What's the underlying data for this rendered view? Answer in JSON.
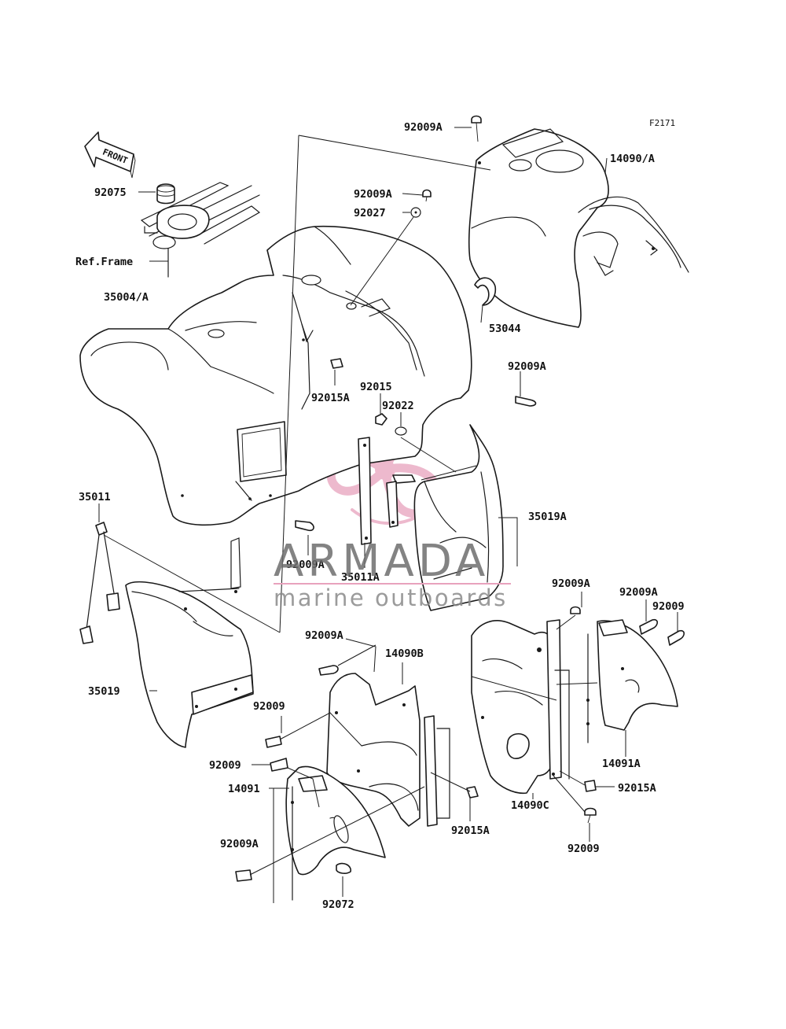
{
  "figure_code": "F2171",
  "front_arrow_label": "FRONT",
  "watermark": {
    "brand": "ARMADA",
    "tagline": "marine outboards",
    "logo_color": "#e8a2bd"
  },
  "callouts": [
    {
      "id": "c1",
      "text": "92009A"
    },
    {
      "id": "c2",
      "text": "14090/A"
    },
    {
      "id": "c3",
      "text": "92075"
    },
    {
      "id": "c4",
      "text": "92009A"
    },
    {
      "id": "c5",
      "text": "92027"
    },
    {
      "id": "c6",
      "text": "Ref.Frame"
    },
    {
      "id": "c7",
      "text": "35004/A"
    },
    {
      "id": "c8",
      "text": "53044"
    },
    {
      "id": "c9",
      "text": "92009A"
    },
    {
      "id": "c10",
      "text": "92015"
    },
    {
      "id": "c11",
      "text": "92015A"
    },
    {
      "id": "c12",
      "text": "92022"
    },
    {
      "id": "c13",
      "text": "35011"
    },
    {
      "id": "c14",
      "text": "35019A"
    },
    {
      "id": "c15",
      "text": "92009A"
    },
    {
      "id": "c16",
      "text": "35011A"
    },
    {
      "id": "c17",
      "text": "92009A"
    },
    {
      "id": "c18",
      "text": "92009A"
    },
    {
      "id": "c19",
      "text": "92009"
    },
    {
      "id": "c20",
      "text": "92009A"
    },
    {
      "id": "c21",
      "text": "14090B"
    },
    {
      "id": "c22",
      "text": "35019"
    },
    {
      "id": "c23",
      "text": "92009"
    },
    {
      "id": "c24",
      "text": "14091A"
    },
    {
      "id": "c25",
      "text": "92009"
    },
    {
      "id": "c26",
      "text": "92015A"
    },
    {
      "id": "c27",
      "text": "14091"
    },
    {
      "id": "c28",
      "text": "92015A"
    },
    {
      "id": "c29",
      "text": "14090C"
    },
    {
      "id": "c30",
      "text": "92009A"
    },
    {
      "id": "c31",
      "text": "92009"
    },
    {
      "id": "c32",
      "text": "92072"
    }
  ]
}
